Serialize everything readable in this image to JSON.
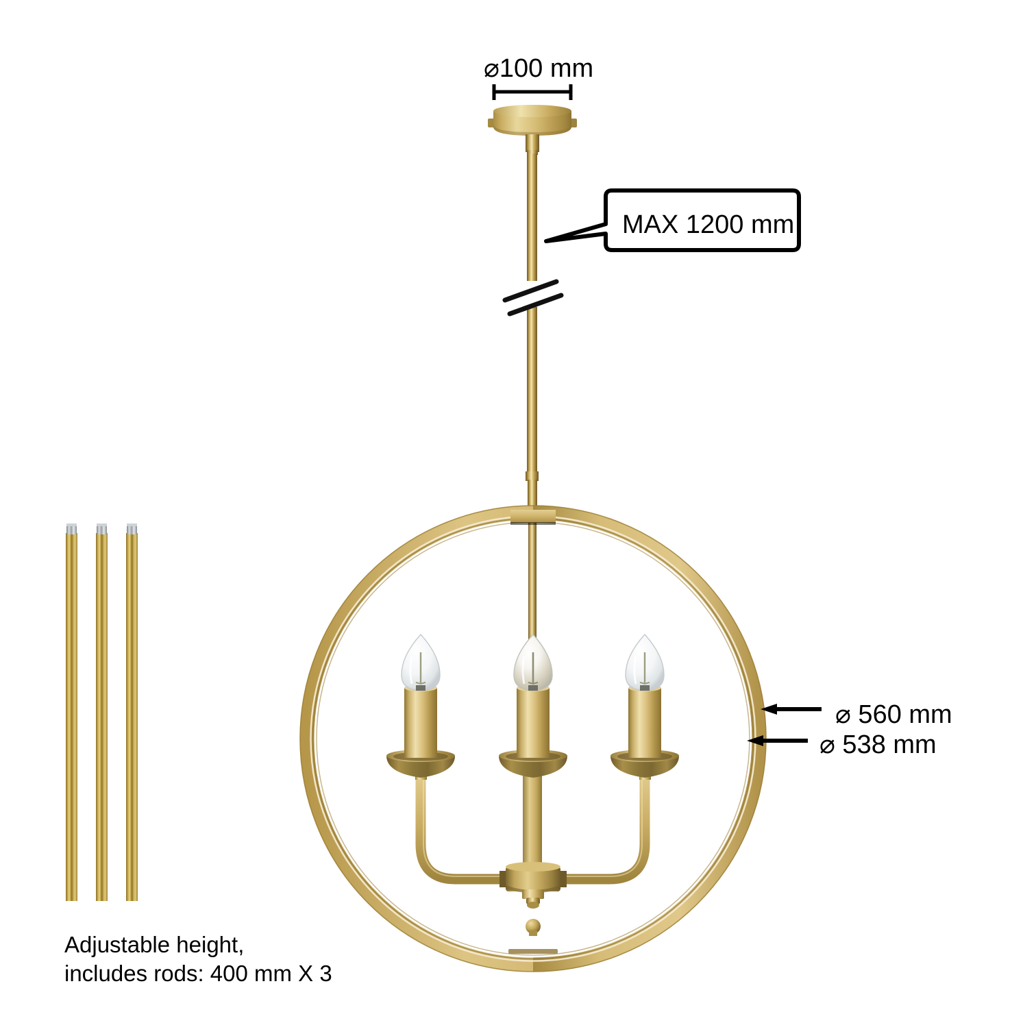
{
  "diagram": {
    "product": "Brass ring chandelier with 3 candle lights",
    "background_color": "#ffffff",
    "line_color": "#000000"
  },
  "dimensions": {
    "canopy_diameter": "⌀100 mm",
    "max_drop": "MAX 1200 mm",
    "ring_outer_diameter": "⌀ 560 mm",
    "ring_inner_diameter": "⌀ 538 mm"
  },
  "notes": {
    "adjustable_rods_line1": "Adjustable height,",
    "adjustable_rods_line2": "includes rods: 400 mm X 3"
  },
  "parts": {
    "rods_count": 3,
    "rod_label": "extension-rod",
    "candles_count": 3,
    "canopy_label": "ceiling-canopy",
    "ring_label": "brass-ring",
    "break_mark_label": "rod-break-symbol"
  },
  "colors": {
    "brass_light": "#e3cf8e",
    "brass_mid": "#c8a85a",
    "brass_dark": "#8d7334",
    "brass_deep": "#6d5826",
    "chrome": "#b9bdc0",
    "glass": "#f2f4f5",
    "accent_line": "#000000"
  }
}
